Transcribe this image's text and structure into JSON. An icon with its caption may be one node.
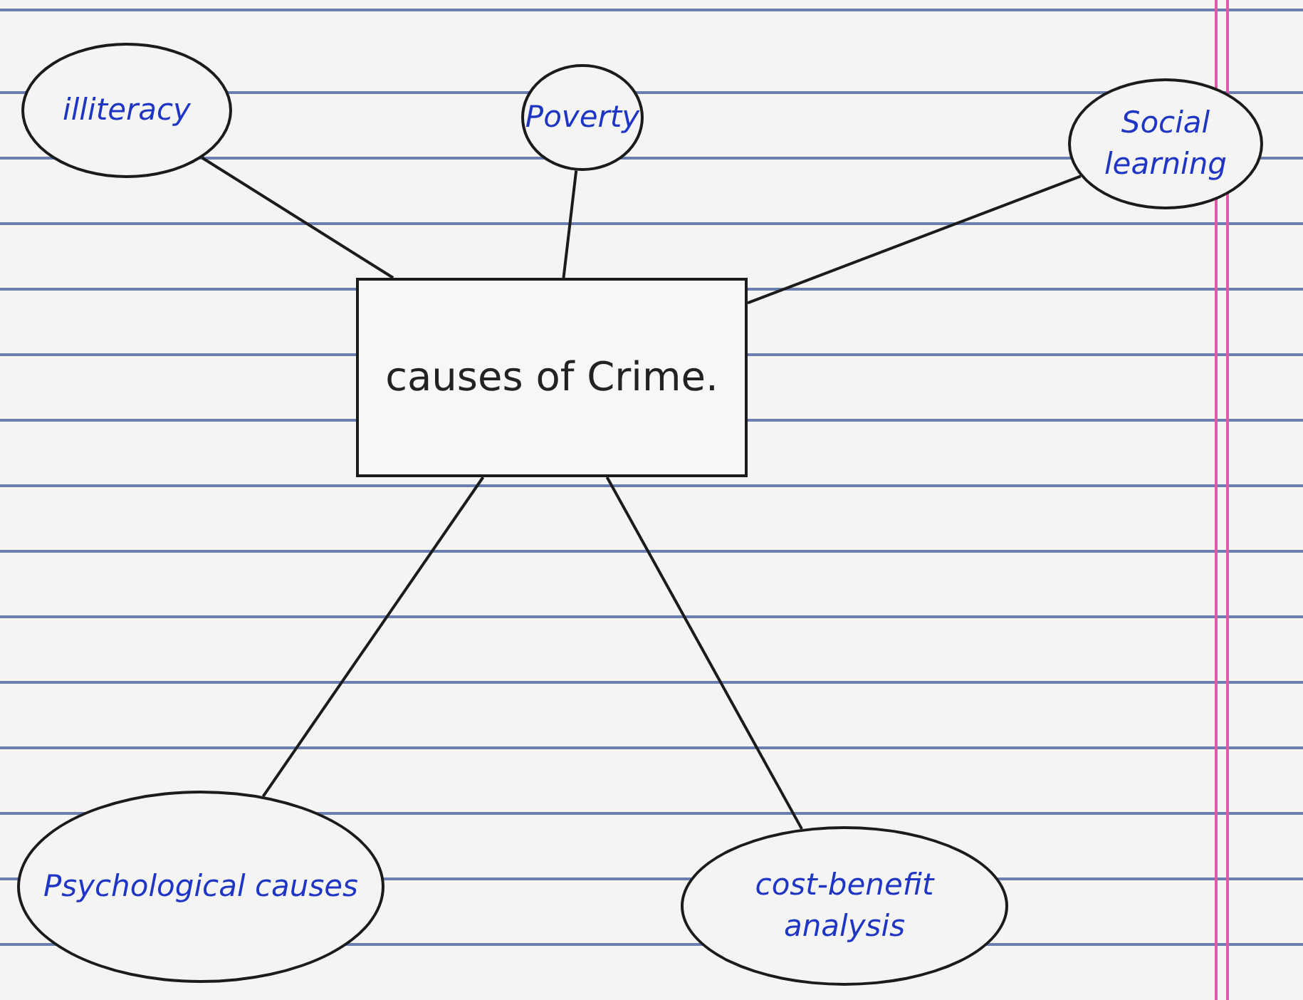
{
  "diagram": {
    "nodes": [
      {
        "text": [
          "illiteracy"
        ]
      },
      {
        "text": [
          "Poverty"
        ]
      },
      {
        "text": [
          "Social learning"
        ]
      },
      {
        "text": [
          "causes of Crime."
        ]
      },
      {
        "text": [
          "Psychological causes"
        ]
      },
      {
        "text": [
          "cost-benefit analysis"
        ]
      }
    ],
    "edges": [
      {
        "from": 0,
        "to": 3,
        "arrow": "none"
      },
      {
        "from": 1,
        "to": 3,
        "arrow": "none"
      },
      {
        "from": 2,
        "to": 3,
        "arrow": "none"
      },
      {
        "from": 3,
        "to": 4,
        "arrow": "none"
      },
      {
        "from": 3,
        "to": 5,
        "arrow": "none"
      }
    ]
  }
}
